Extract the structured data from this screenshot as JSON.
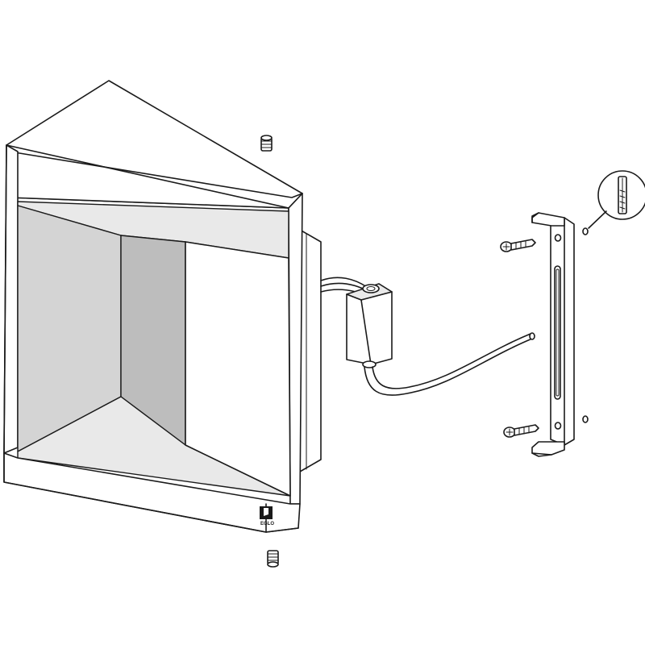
{
  "diagram": {
    "logo_text": "EGLO",
    "parts": [
      "lamp-housing",
      "grub-screw-top",
      "grub-screw-bottom",
      "driver-box",
      "power-cable",
      "mounting-bracket",
      "wall-screw-top",
      "wall-screw-bottom",
      "drill-hole-top",
      "drill-hole-bottom",
      "wall-plug-detail"
    ]
  }
}
